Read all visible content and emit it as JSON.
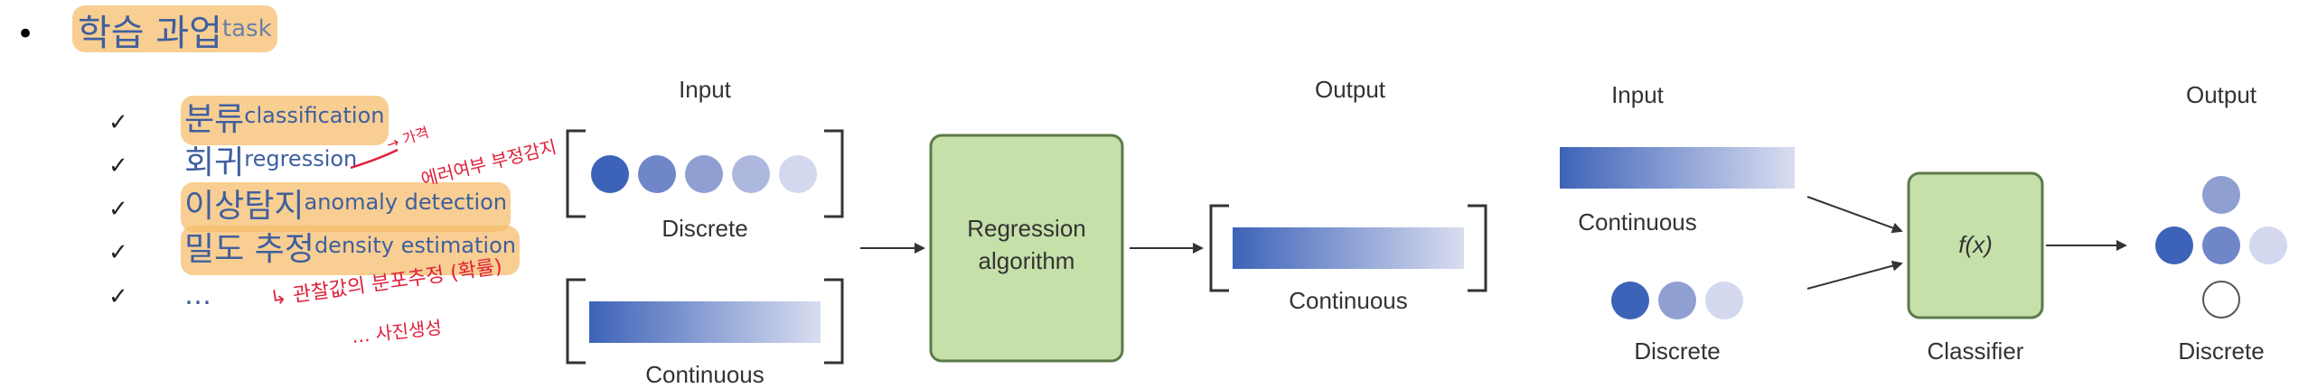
{
  "title": {
    "ko": "학습 과업",
    "en": "task"
  },
  "tasks": [
    {
      "ko": "분류",
      "en": "classification"
    },
    {
      "ko": "회귀",
      "en": "regression"
    },
    {
      "ko": "이상탐지",
      "en": "anomaly detection"
    },
    {
      "ko": "밀도 추정",
      "en": "density estimation"
    },
    {
      "more": "…"
    }
  ],
  "annotations": {
    "regression_note": "→ 가격",
    "anomaly_note": "에러여부 부정감지",
    "density_note1": "↳ 관찰값의 분포추정 (확률)",
    "density_note2": "… 사진생성"
  },
  "regression_figure": {
    "input_title": "Input",
    "discrete_label": "Discrete",
    "continuous_label": "Continuous",
    "algorithm_label_line1": "Regression",
    "algorithm_label_line2": "algorithm",
    "output_title": "Output",
    "output_label": "Continuous"
  },
  "classifier_figure": {
    "input_title": "Input",
    "continuous_label": "Continuous",
    "discrete_label": "Discrete",
    "function_label": "f(x)",
    "classifier_label": "Classifier",
    "output_title": "Output",
    "output_label": "Discrete"
  },
  "colors": {
    "text_blue": "#3f5f9e",
    "highlight": "#f5be6e",
    "box_fill": "#c5e0a9",
    "box_stroke": "#5d7a4a",
    "dot_blues": [
      "#3d63b8",
      "#6f86c9",
      "#8f9fd2",
      "#aeb8df",
      "#d3d8ee"
    ],
    "annotation_red": "#e0203a"
  }
}
